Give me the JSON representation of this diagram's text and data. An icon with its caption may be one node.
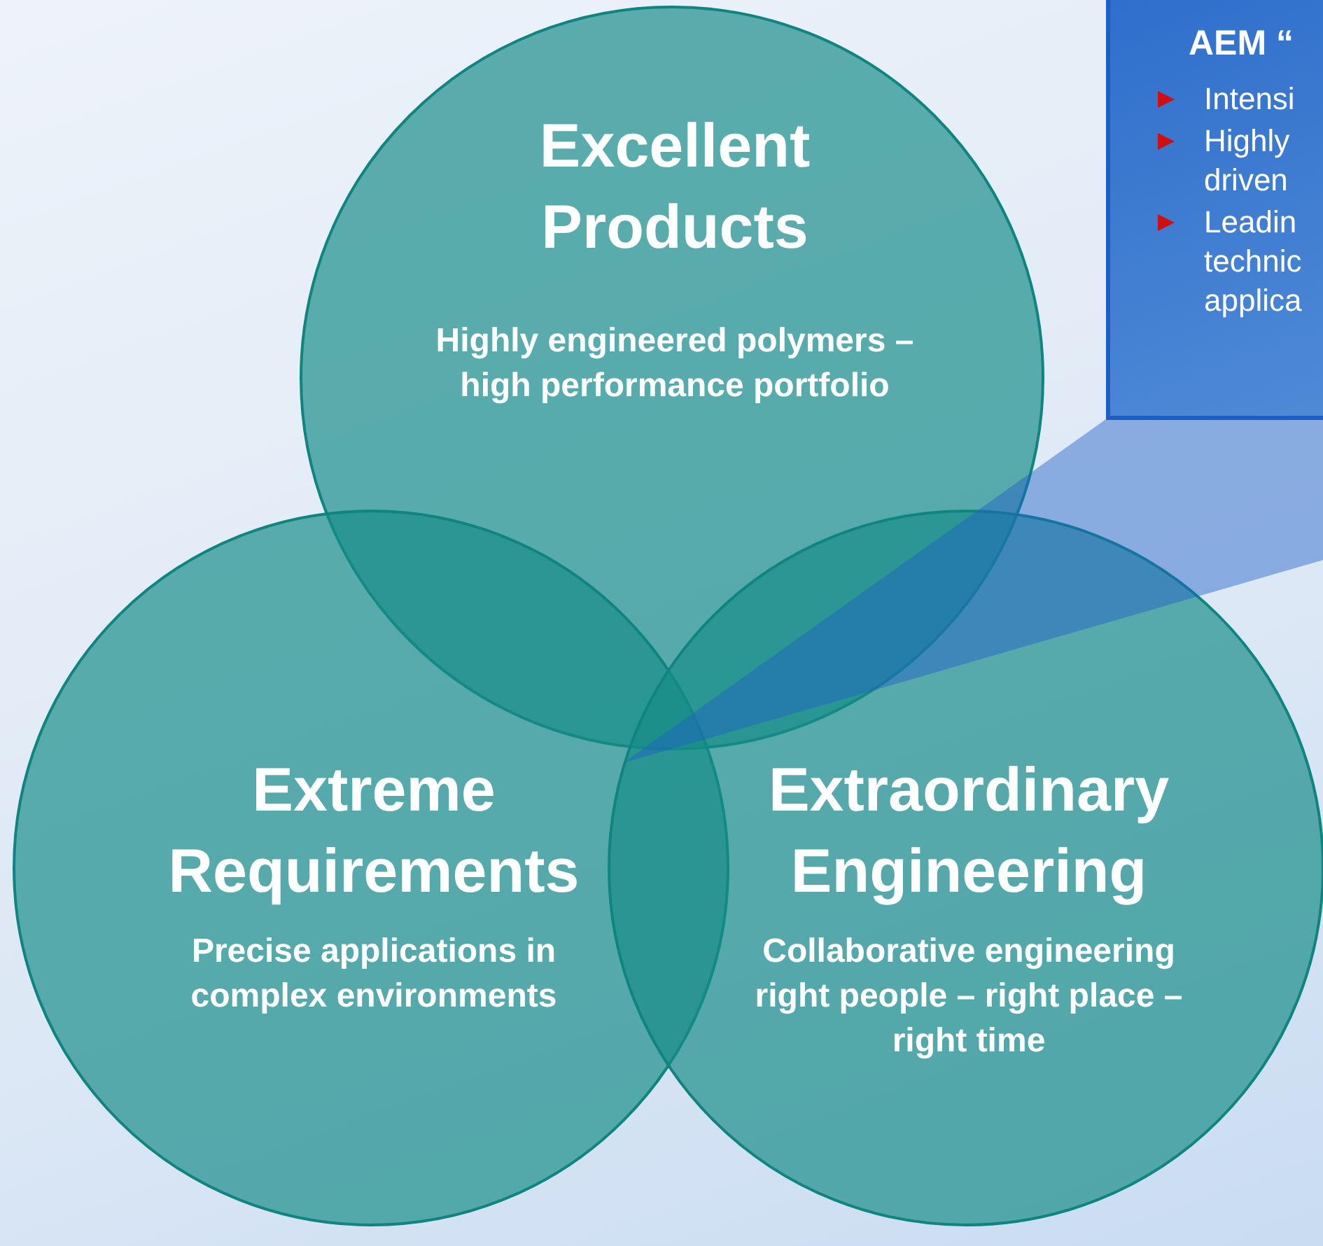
{
  "diagram": {
    "nodes": [
      {
        "text": [
          "Excellent Products",
          "Highly engineered polymers – high performance portfolio"
        ]
      },
      {
        "text": [
          "Extreme Requirements",
          "Precise applications in complex environments"
        ]
      },
      {
        "text": [
          "Extraordinary Engineering",
          "Collaborative engineering right people – right place – right time"
        ]
      },
      {
        "text": [
          "AEM “",
          "Intensi",
          "Highly driven",
          "Leadin technic applica"
        ]
      },
      {
        "text": [],
        "shape": "wedge"
      }
    ],
    "edges": []
  }
}
